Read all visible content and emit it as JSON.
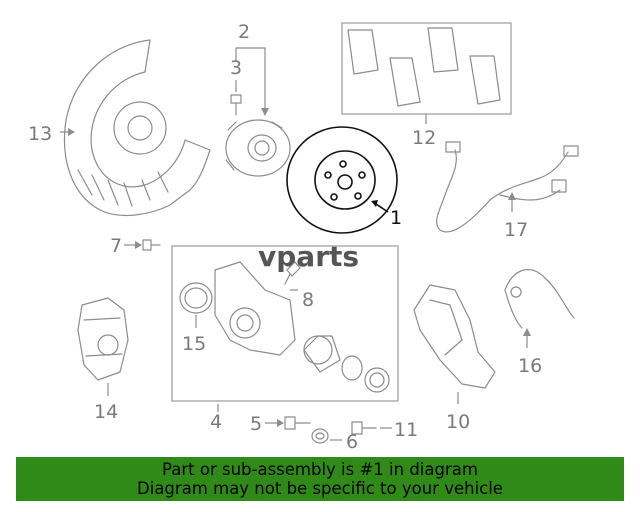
{
  "diagram": {
    "callouts": {
      "c1": "1",
      "c2": "2",
      "c3": "3",
      "c4": "4",
      "c5": "5",
      "c6": "6",
      "c7": "7",
      "c8": "8",
      "c10": "10",
      "c11": "11",
      "c12": "12",
      "c13": "13",
      "c14": "14",
      "c15": "15",
      "c16": "16",
      "c17": "17"
    },
    "watermark": "vparts",
    "highlight_color": "#111111",
    "part_color": "#8c8c8c"
  },
  "banner": {
    "line1": "Part or sub-assembly is #1 in diagram",
    "line2": "Diagram may not be specific to your vehicle",
    "background": "#2f8a17"
  }
}
